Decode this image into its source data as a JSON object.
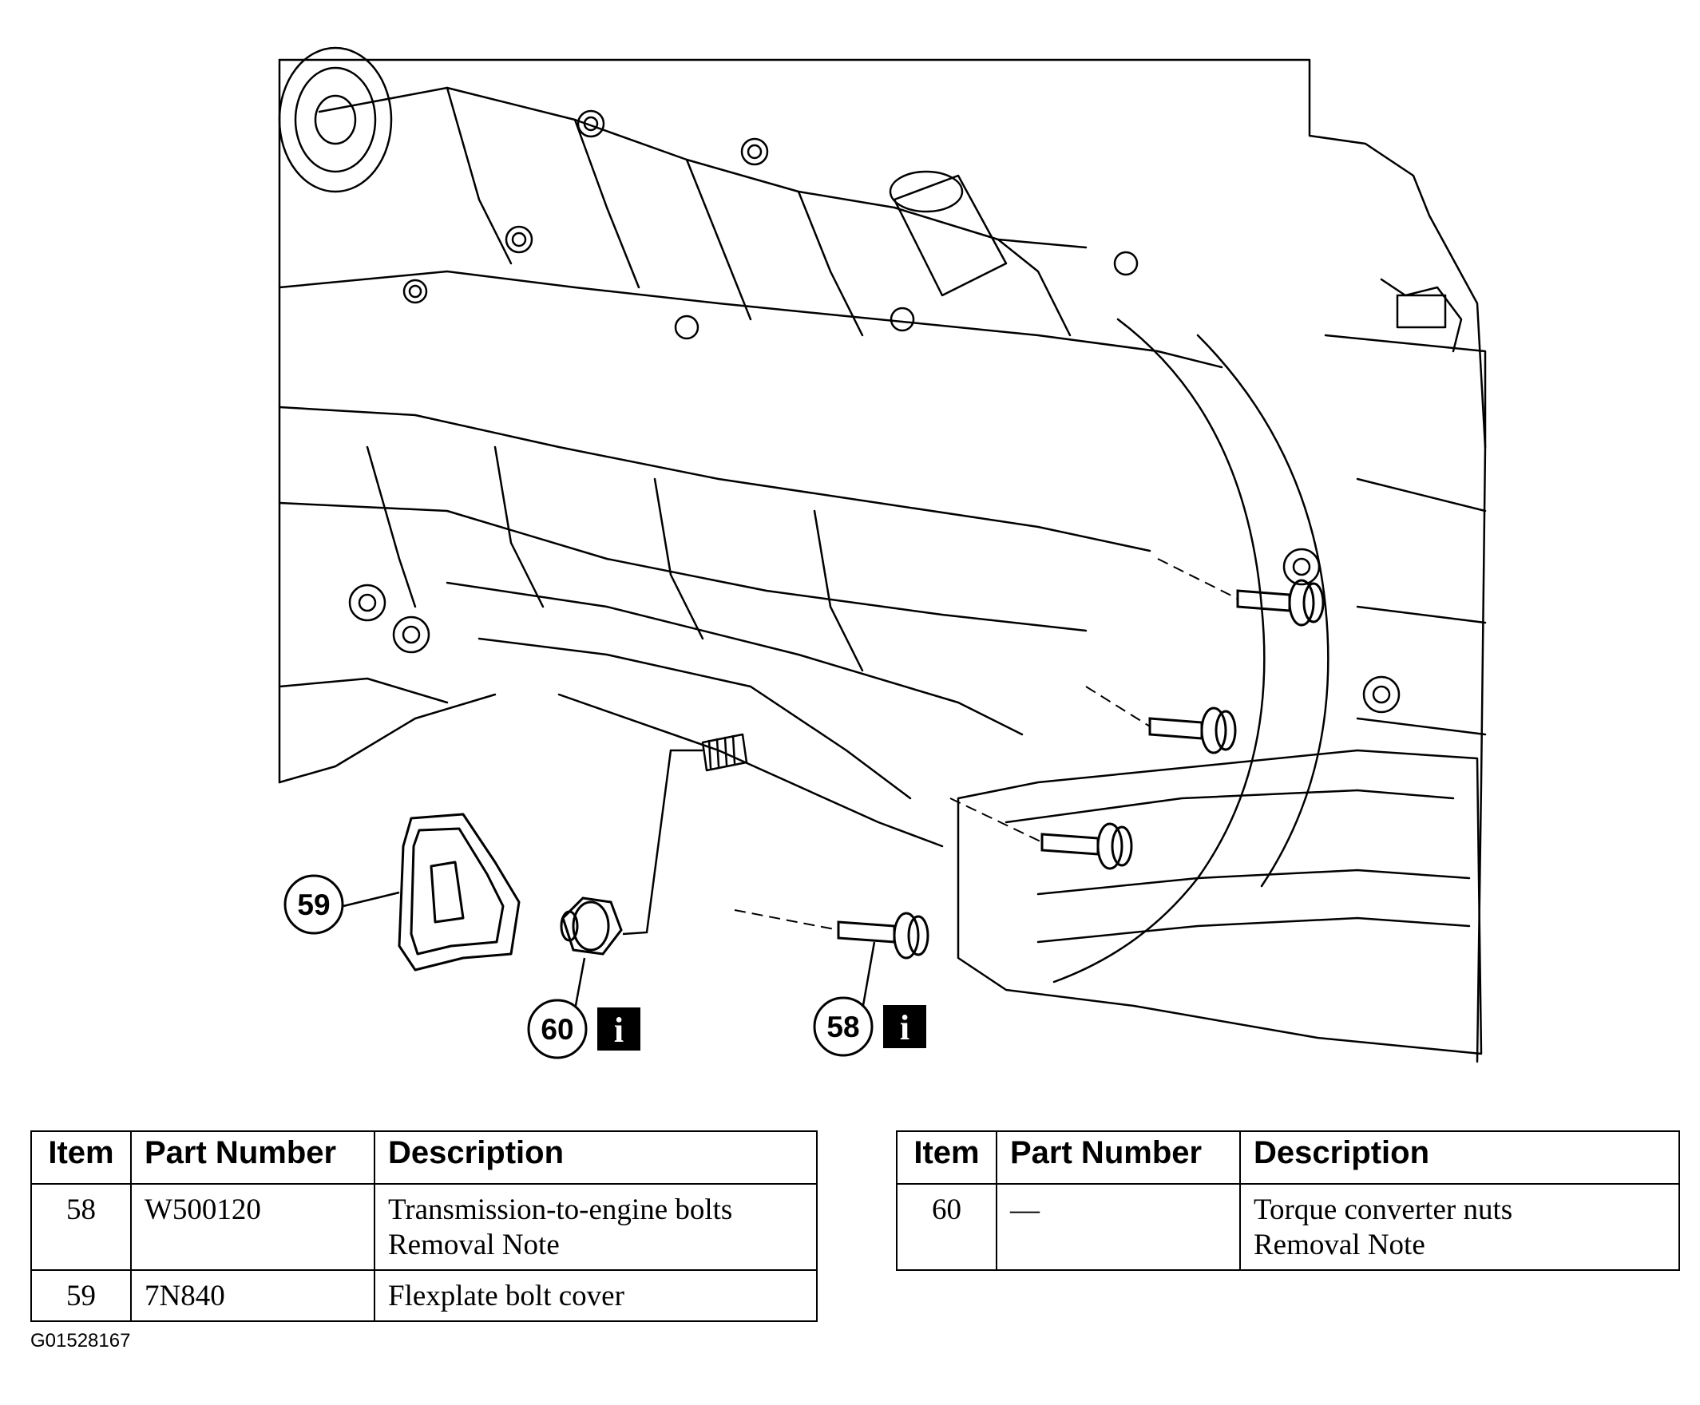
{
  "callouts": [
    {
      "number": "59",
      "info": false
    },
    {
      "number": "60",
      "info": true
    },
    {
      "number": "58",
      "info": true
    }
  ],
  "info_glyph": "i",
  "tables": [
    {
      "headers": [
        "Item",
        "Part Number",
        "Description"
      ],
      "rows": [
        {
          "item": "58",
          "part_number": "W500120",
          "description": [
            "Transmission-to-engine bolts",
            "Removal Note"
          ]
        },
        {
          "item": "59",
          "part_number": "7N840",
          "description": [
            "Flexplate bolt cover"
          ]
        }
      ]
    },
    {
      "headers": [
        "Item",
        "Part Number",
        "Description"
      ],
      "rows": [
        {
          "item": "60",
          "part_number": "—",
          "description": [
            "Torque converter nuts",
            "Removal Note"
          ]
        }
      ]
    }
  ],
  "figure_id": "G01528167"
}
